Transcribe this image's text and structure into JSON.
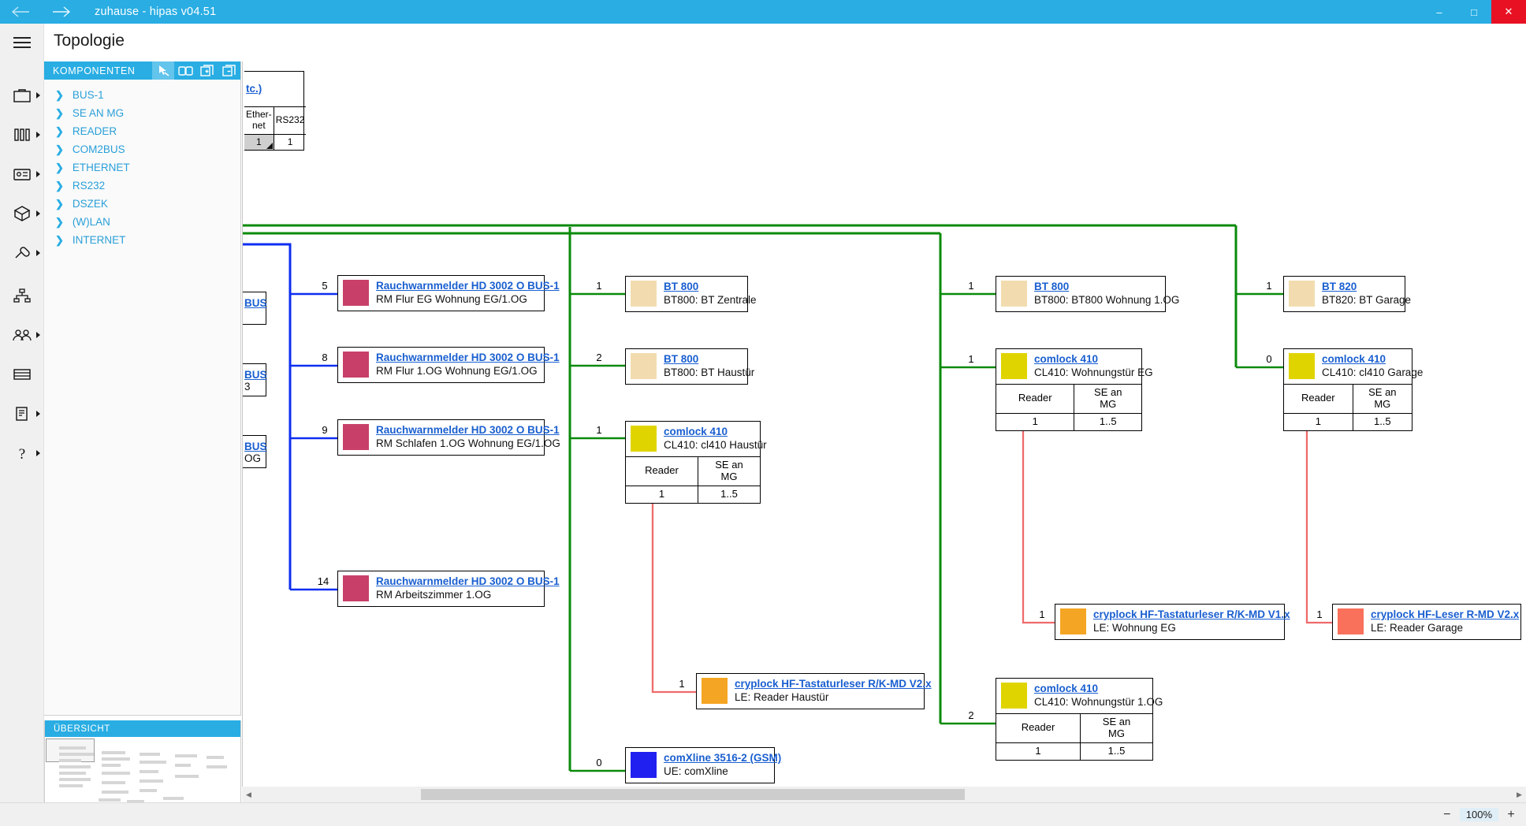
{
  "window": {
    "title": "zuhause - hipas v04.51",
    "back_icon": "arrow-left-icon",
    "forward_icon": "arrow-right-icon",
    "minimize": "–",
    "maximize": "□",
    "close": "✕"
  },
  "page": {
    "title": "Topologie"
  },
  "rail": {
    "menu_icon": "hamburger-icon",
    "items": [
      {
        "name": "briefcase-icon",
        "caret": true
      },
      {
        "name": "columns-icon",
        "caret": true
      },
      {
        "name": "id-card-icon",
        "caret": true
      },
      {
        "name": "box-icon",
        "caret": true
      },
      {
        "name": "plug-icon",
        "caret": true
      },
      {
        "name": "network-icon",
        "caret": false
      },
      {
        "name": "users-icon",
        "caret": true
      },
      {
        "name": "list-icon",
        "caret": false
      },
      {
        "name": "report-icon",
        "caret": true
      },
      {
        "name": "help-icon",
        "caret": true
      }
    ]
  },
  "components": {
    "header": "KOMPONENTEN",
    "tools": [
      {
        "name": "cursor-link-icon",
        "active": true
      },
      {
        "name": "book-icon",
        "active": false
      },
      {
        "name": "expand-all-icon",
        "active": false
      },
      {
        "name": "collapse-all-icon",
        "active": false
      }
    ],
    "tree": [
      {
        "label": "BUS-1"
      },
      {
        "label": "SE AN MG"
      },
      {
        "label": "READER"
      },
      {
        "label": "COM2BUS"
      },
      {
        "label": "ETHERNET"
      },
      {
        "label": "RS232"
      },
      {
        "label": "DSZEK"
      },
      {
        "label": "(W)LAN"
      },
      {
        "label": "INTERNET"
      }
    ]
  },
  "overview": {
    "header": "ÜBERSICHT"
  },
  "statusbar": {
    "zoom_out": "−",
    "zoom_in": "+",
    "zoom_value": "100%"
  },
  "scrollbar": {
    "left_arrow": "◀",
    "right_arrow": "▶"
  },
  "diagram": {
    "clipped_node": {
      "link": "tc.)",
      "cols": [
        "Ether-net",
        "RS232"
      ],
      "vals": [
        "1",
        "1"
      ]
    },
    "left_stubs": [
      {
        "link": "BUS",
        "cont": ""
      },
      {
        "link": "BUS",
        "cont": "3"
      },
      {
        "link": "BUS",
        "cont": "OG"
      }
    ],
    "nodes": [
      {
        "id": "rm1",
        "link": "Rauchwarnmelder HD 3002 O BUS-1",
        "sub": "RM Flur EG Wohnung EG/1.OG",
        "color": "#C8406A",
        "port": "5"
      },
      {
        "id": "rm2",
        "link": "Rauchwarnmelder HD 3002 O BUS-1",
        "sub": "RM Flur 1.OG Wohnung EG/1.OG",
        "color": "#C8406A",
        "port": "8"
      },
      {
        "id": "rm3",
        "link": "Rauchwarnmelder HD 3002 O BUS-1",
        "sub": "RM Schlafen 1.OG Wohnung EG/1.OG",
        "color": "#C8406A",
        "port": "9"
      },
      {
        "id": "rm4",
        "link": "Rauchwarnmelder HD 3002 O BUS-1",
        "sub": "RM Arbeitszimmer 1.OG",
        "color": "#C8406A",
        "port": "14"
      },
      {
        "id": "bt800a",
        "link": "BT 800",
        "sub": "BT800: BT Zentrale",
        "color": "#F2DCAF",
        "port": "1"
      },
      {
        "id": "bt800b",
        "link": "BT 800",
        "sub": "BT800: BT Haustür",
        "color": "#F2DCAF",
        "port": "2"
      },
      {
        "id": "cl410a",
        "link": "comlock 410",
        "sub": "CL410: cl410 Haustür",
        "color": "#E0D400",
        "port": "1",
        "cols": [
          "Reader",
          "SE an MG"
        ],
        "vals": [
          "1",
          "1..5"
        ]
      },
      {
        "id": "cryp_haustuer",
        "link": "cryplock HF-Tastaturleser R/K-MD V2.x",
        "sub": "LE: Reader Haustür",
        "color": "#F5A524",
        "port": "1"
      },
      {
        "id": "comxline",
        "link": "comXline 3516-2 (GSM)",
        "sub": "UE: comXline",
        "color": "#2020F0",
        "port": "0"
      },
      {
        "id": "bt800c",
        "link": "BT 800",
        "sub": "BT800: BT800 Wohnung 1.OG",
        "color": "#F2DCAF",
        "port": "1"
      },
      {
        "id": "cl410b",
        "link": "comlock 410",
        "sub": "CL410: Wohnungstür EG",
        "color": "#E0D400",
        "port": "1",
        "cols": [
          "Reader",
          "SE an MG"
        ],
        "vals": [
          "1",
          "1..5"
        ]
      },
      {
        "id": "cl410c",
        "link": "comlock 410",
        "sub": "CL410: Wohnungstür 1.OG",
        "color": "#E0D400",
        "port": "2",
        "cols": [
          "Reader",
          "SE an MG"
        ],
        "vals": [
          "1",
          "1..5"
        ]
      },
      {
        "id": "cryp_wohnung",
        "link": "cryplock HF-Tastaturleser R/K-MD V1.x",
        "sub": "LE: Wohnung EG",
        "color": "#F5A524",
        "port": "1"
      },
      {
        "id": "bt820",
        "link": "BT 820",
        "sub": "BT820: BT Garage",
        "color": "#F2DCAF",
        "port": "1"
      },
      {
        "id": "cl410d",
        "link": "comlock 410",
        "sub": "CL410: cl410 Garage",
        "color": "#E0D400",
        "port": "0",
        "cols": [
          "Reader",
          "SE an MG"
        ],
        "vals": [
          "1",
          "1..5"
        ]
      },
      {
        "id": "cryp_garage",
        "link": "cryplock HF-Leser R-MD V2.x",
        "sub": "LE: Reader Garage",
        "color": "#F9705B",
        "port": "1"
      }
    ]
  }
}
